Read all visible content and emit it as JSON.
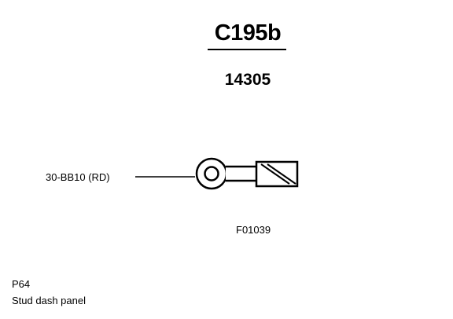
{
  "connector": {
    "id": "C195b",
    "part_number": "14305"
  },
  "wire": {
    "label": "30-BB10 (RD)"
  },
  "figure": {
    "code": "F01039"
  },
  "location": {
    "code": "P64",
    "description": "Stud dash panel"
  },
  "colors": {
    "line": "#000000",
    "background": "#ffffff"
  },
  "icons": {
    "terminal": "ring-terminal-icon"
  }
}
